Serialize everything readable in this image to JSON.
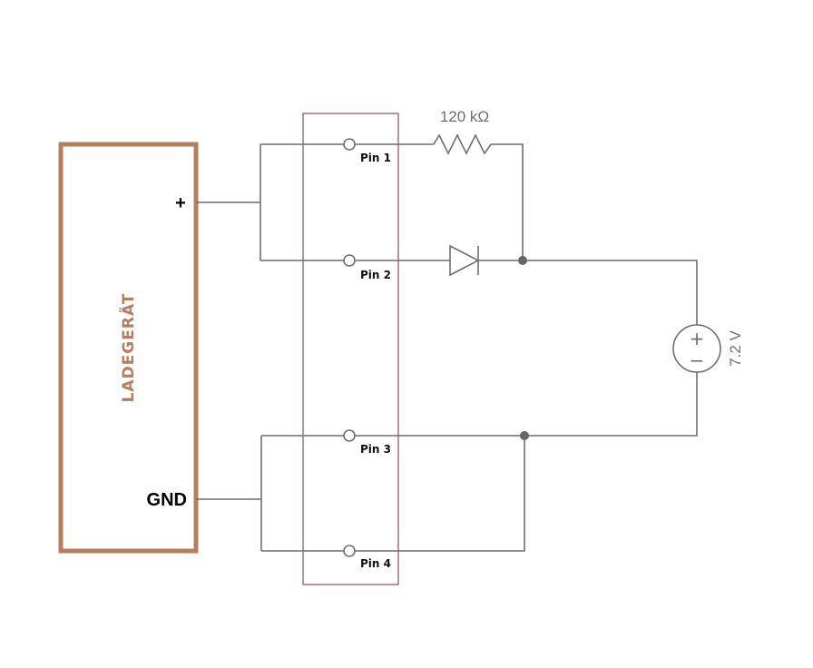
{
  "colors": {
    "charger": "#b57e5c",
    "wire": "#6f6f6f",
    "connector_box": "#7a2a3a",
    "junction": "#666666"
  },
  "charger": {
    "label": "LADEGERÄT",
    "plus_label": "+",
    "gnd_label": "GND"
  },
  "connector": {
    "pins": [
      "Pin 1",
      "Pin 2",
      "Pin 3",
      "Pin 4"
    ]
  },
  "resistor": {
    "value_label": "120 kΩ"
  },
  "source": {
    "voltage_label": "7.2 V",
    "plus_symbol": "+",
    "minus_symbol": "−"
  }
}
